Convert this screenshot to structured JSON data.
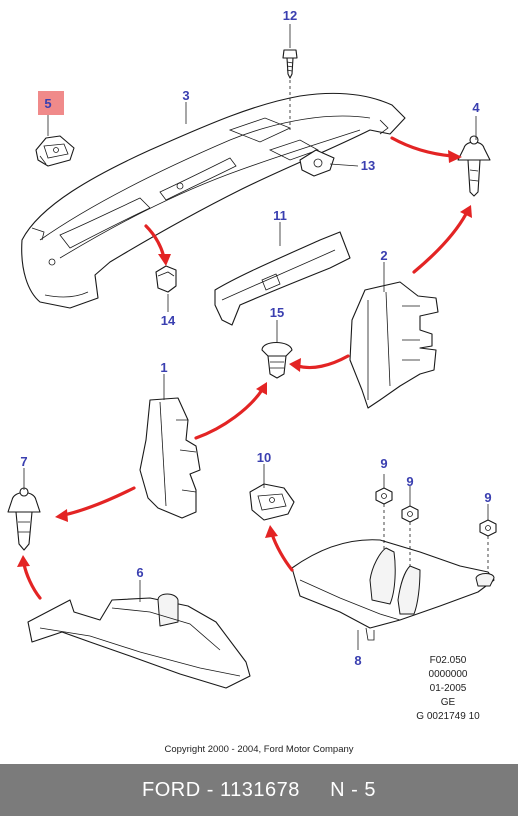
{
  "callouts": {
    "c1": "1",
    "c2": "2",
    "c3": "3",
    "c4": "4",
    "c5": "5",
    "c6": "6",
    "c7": "7",
    "c8": "8",
    "c9a": "9",
    "c9b": "9",
    "c9c": "9",
    "c10": "10",
    "c11": "11",
    "c12": "12",
    "c13": "13",
    "c14": "14",
    "c15": "15"
  },
  "highlighted_callout": "5",
  "colors": {
    "callout": "#3a3fb0",
    "arrow": "#e32424",
    "highlight": "#f08a8a",
    "footer_bg": "#7b7b7b"
  },
  "doc_info": [
    "F02.050",
    "0000000",
    "01-2005",
    "GE",
    "G 0021749 10"
  ],
  "copyright": "Copyright 2000 - 2004, Ford Motor Company",
  "footer": {
    "brand": "FORD",
    "part_number": "1131678",
    "item": "N - 5",
    "separator": " - "
  }
}
